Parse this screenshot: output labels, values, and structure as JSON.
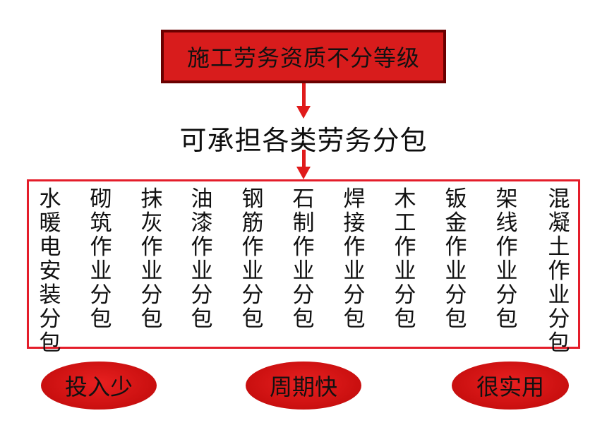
{
  "header": {
    "title": "施工劳务资质不分等级"
  },
  "middle": {
    "label": "可承担各类劳务分包"
  },
  "items": [
    "水暖电安装分包",
    "砌筑作业分包",
    "抹灰作业分包",
    "油漆作业分包",
    "钢筋作业分包",
    "石制作业分包",
    "焊接作业分包",
    "木工作业分包",
    "钣金作业分包",
    "架线作业分包",
    "混凝土作业分包"
  ],
  "benefits": [
    "投入少",
    "周期快",
    "很实用"
  ],
  "colors": {
    "accent_red": "#d81c1c",
    "border_red": "#e41d2a",
    "dark_border": "#6a0000"
  }
}
